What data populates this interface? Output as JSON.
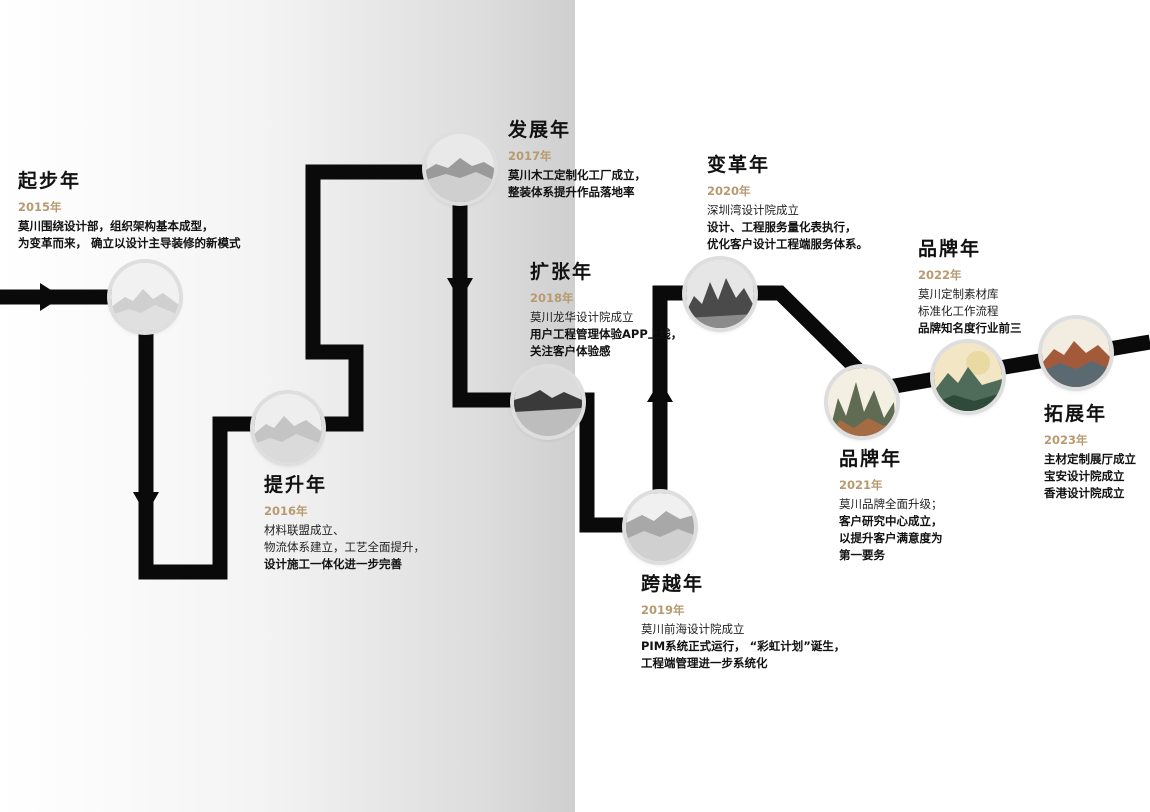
{
  "stages": [
    {
      "id": "s2015",
      "title": "起步年",
      "year": "2015年",
      "lines": [
        {
          "text": "莫川围绕设计部，组织架构基本成型，",
          "bold": true
        },
        {
          "text": "为变革而来， 确立以设计主导装修的新模式",
          "bold": true
        }
      ]
    },
    {
      "id": "s2016",
      "title": "提升年",
      "year": "2016年",
      "lines": [
        {
          "text": "材料联盟成立、",
          "bold": false
        },
        {
          "text": "物流体系建立，工艺全面提升，",
          "bold": false
        },
        {
          "text": "设计施工一体化进一步完善",
          "bold": true
        }
      ]
    },
    {
      "id": "s2017",
      "title": "发展年",
      "year": "2017年",
      "lines": [
        {
          "text": "莫川木工定制化工厂成立，",
          "bold": true
        },
        {
          "text": "整装体系提升作品落地率",
          "bold": true
        }
      ]
    },
    {
      "id": "s2018",
      "title": "扩张年",
      "year": "2018年",
      "lines": [
        {
          "text": "莫川龙华设计院成立",
          "bold": false
        },
        {
          "text": "用户工程管理体验APP上线，",
          "bold": true
        },
        {
          "text": "关注客户体验感",
          "bold": true
        }
      ]
    },
    {
      "id": "s2019",
      "title": "跨越年",
      "year": "2019年",
      "lines": [
        {
          "text": "莫川前海设计院成立",
          "bold": false
        },
        {
          "text": "PIM系统正式运行， “彩虹计划”诞生，",
          "bold": true
        },
        {
          "text": "工程端管理进一步系统化",
          "bold": true
        }
      ]
    },
    {
      "id": "s2020",
      "title": "变革年",
      "year": "2020年",
      "lines": [
        {
          "text": "深圳湾设计院成立",
          "bold": false
        },
        {
          "text": "设计、工程服务量化表执行，",
          "bold": true
        },
        {
          "text": "优化客户设计工程端服务体系。",
          "bold": true
        }
      ]
    },
    {
      "id": "s2021",
      "title": "品牌年",
      "year": "2021年",
      "lines": [
        {
          "text": "莫川品牌全面升级；",
          "bold": false
        },
        {
          "text": "客户研究中心成立，",
          "bold": true
        },
        {
          "text": "以提升客户满意度为",
          "bold": true
        },
        {
          "text": "第一要务",
          "bold": true
        }
      ]
    },
    {
      "id": "s2022",
      "title": "品牌年",
      "year": "2022年",
      "lines": [
        {
          "text": "莫川定制素材库",
          "bold": false
        },
        {
          "text": "标准化工作流程",
          "bold": false
        },
        {
          "text": "品牌知名度行业前三",
          "bold": true
        }
      ]
    },
    {
      "id": "s2023",
      "title": "拓展年",
      "year": "2023年",
      "lines": [
        {
          "text": "主材定制展厅成立",
          "bold": true
        },
        {
          "text": "宝安设计院成立",
          "bold": true
        },
        {
          "text": "香港设计院成立",
          "bold": true
        }
      ]
    }
  ],
  "nodes": [
    {
      "id": "n2015",
      "icon": "ink-mountain-icon",
      "tone": "light"
    },
    {
      "id": "n2016",
      "icon": "ink-mountain-icon",
      "tone": "light"
    },
    {
      "id": "n2017",
      "icon": "ink-mountain-icon",
      "tone": "mid"
    },
    {
      "id": "n2018",
      "icon": "ink-mountain-icon",
      "tone": "dark"
    },
    {
      "id": "n2019",
      "icon": "ink-mountain-icon",
      "tone": "light"
    },
    {
      "id": "n2020",
      "icon": "ink-mountain-icon",
      "tone": "dark"
    },
    {
      "id": "n2021",
      "icon": "color-mountain-icon",
      "tone": "green"
    },
    {
      "id": "n2022",
      "icon": "sun-mountain-icon",
      "tone": "gold"
    },
    {
      "id": "n2023",
      "icon": "color-mountain-icon",
      "tone": "rust"
    }
  ],
  "colors": {
    "track": "#0a0a0a",
    "year": "#b79a6f",
    "background_gray": "#cfcfcf"
  }
}
